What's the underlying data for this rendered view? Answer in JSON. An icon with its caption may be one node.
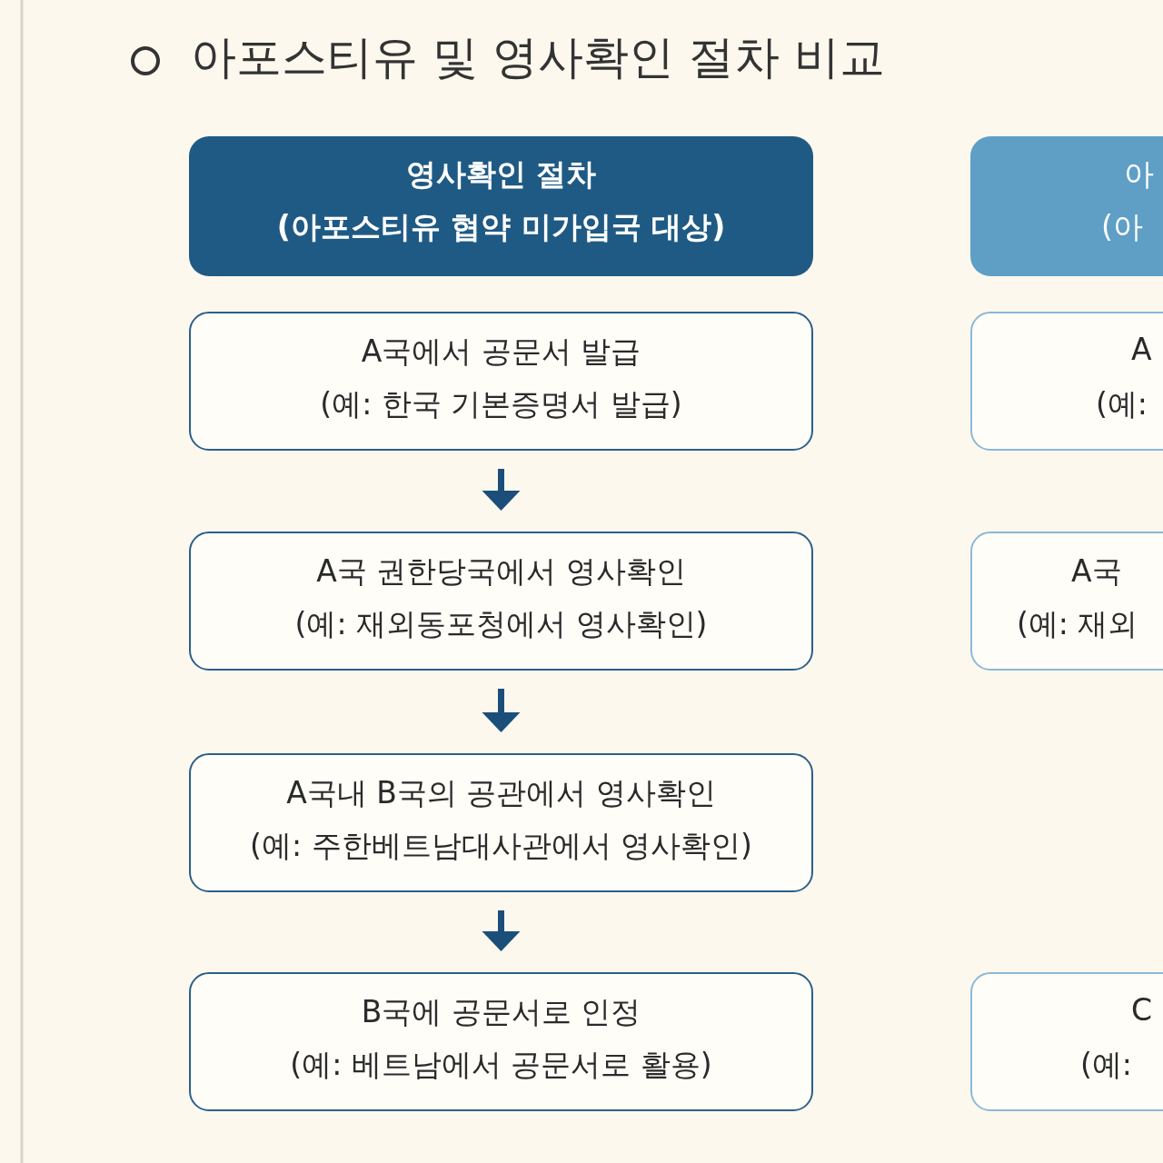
{
  "diagram": {
    "title": "아포스티유 및 영사확인 절차 비교",
    "nodes": [
      {
        "text": [
          "영사확인 절차",
          "(아포스티유 협약 미가입국 대상)"
        ]
      },
      {
        "text": [
          "A국에서 공문서 발급",
          "(예: 한국 기본증명서 발급)"
        ]
      },
      {
        "text": [
          "A국 권한당국에서 영사확인",
          "(예: 재외동포청에서 영사확인)"
        ]
      },
      {
        "text": [
          "A국내 B국의 공관에서 영사확인",
          "(예: 주한베트남대사관에서 영사확인)"
        ]
      },
      {
        "text": [
          "B국에 공문서로 인정",
          "(예: 베트남에서 공문서로 활용)"
        ]
      },
      {
        "text": [
          "아",
          "(아"
        ]
      },
      {
        "text": [
          "A",
          "(예:"
        ]
      },
      {
        "text": [
          "A국",
          "(예: 재외"
        ]
      },
      {
        "text": [
          "C",
          "(예:"
        ]
      }
    ],
    "edges": [
      {
        "from": 1,
        "to": 2,
        "arrow": "to"
      },
      {
        "from": 2,
        "to": 3,
        "arrow": "to"
      },
      {
        "from": 3,
        "to": 4,
        "arrow": "to"
      }
    ]
  }
}
